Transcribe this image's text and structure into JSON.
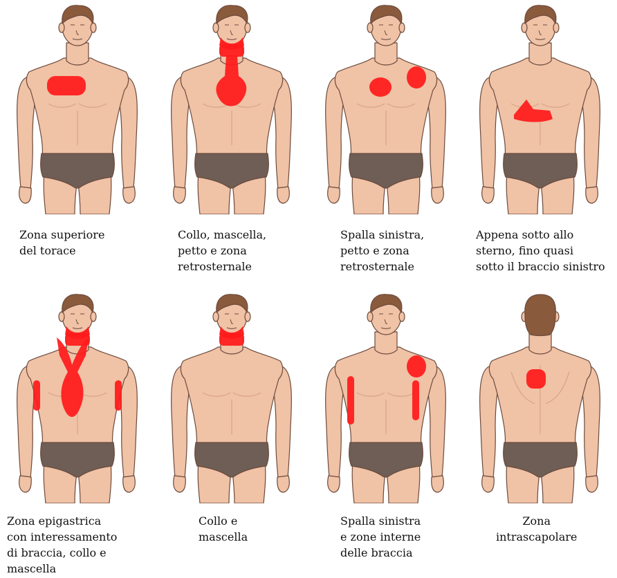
{
  "colors": {
    "skin": "#f0c2a6",
    "skin_shadow": "#d9a487",
    "outline": "#6b4a3c",
    "hair": "#8a5a3c",
    "briefs": "#6e5e55",
    "pain": "#ff1a1a"
  },
  "panels": [
    {
      "view": "front",
      "pain_zones": [
        "upper-chest"
      ],
      "caption": [
        "Zona superiore",
        "del torace"
      ]
    },
    {
      "view": "front",
      "pain_zones": [
        "neck",
        "jaw",
        "sternum"
      ],
      "caption": [
        "Collo, mascella,",
        "petto e zona",
        "retrosternale"
      ]
    },
    {
      "view": "front",
      "pain_zones": [
        "left-shoulder",
        "chest"
      ],
      "caption": [
        "Spalla sinistra,",
        "petto e zona",
        "retrosternale"
      ]
    },
    {
      "view": "front",
      "pain_zones": [
        "below-sternum"
      ],
      "caption": [
        "Appena sotto allo",
        "sterno, fino quasi",
        "sotto il braccio sinistro"
      ]
    },
    {
      "view": "front",
      "pain_zones": [
        "epigastric",
        "arms",
        "neck",
        "jaw"
      ],
      "caption": [
        "Zona epigastrica",
        "con interessamento",
        "di braccia, collo e",
        "mascella"
      ]
    },
    {
      "view": "front",
      "pain_zones": [
        "neck",
        "jaw"
      ],
      "caption": [
        "Collo e",
        "mascella"
      ]
    },
    {
      "view": "front",
      "pain_zones": [
        "left-shoulder",
        "inner-arms"
      ],
      "caption": [
        "Spalla sinistra",
        "e zone interne",
        "delle braccia"
      ]
    },
    {
      "view": "back",
      "pain_zones": [
        "interscapular"
      ],
      "caption": [
        "Zona",
        "intrascapolare"
      ]
    }
  ]
}
